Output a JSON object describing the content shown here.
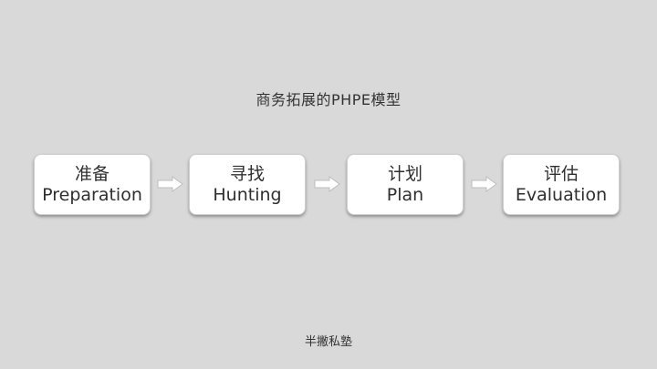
{
  "title": "商务拓展的PHPE模型",
  "steps": [
    {
      "cn": "准备",
      "en": "Preparation"
    },
    {
      "cn": "寻找",
      "en": "Hunting"
    },
    {
      "cn": "计划",
      "en": "Plan"
    },
    {
      "cn": "评估",
      "en": "Evaluation"
    }
  ],
  "footer": "半撇私塾",
  "colors": {
    "background": "#d9d9d9",
    "box": "#ffffff",
    "arrow": "#ffffff",
    "text": "#2f2f2f"
  }
}
